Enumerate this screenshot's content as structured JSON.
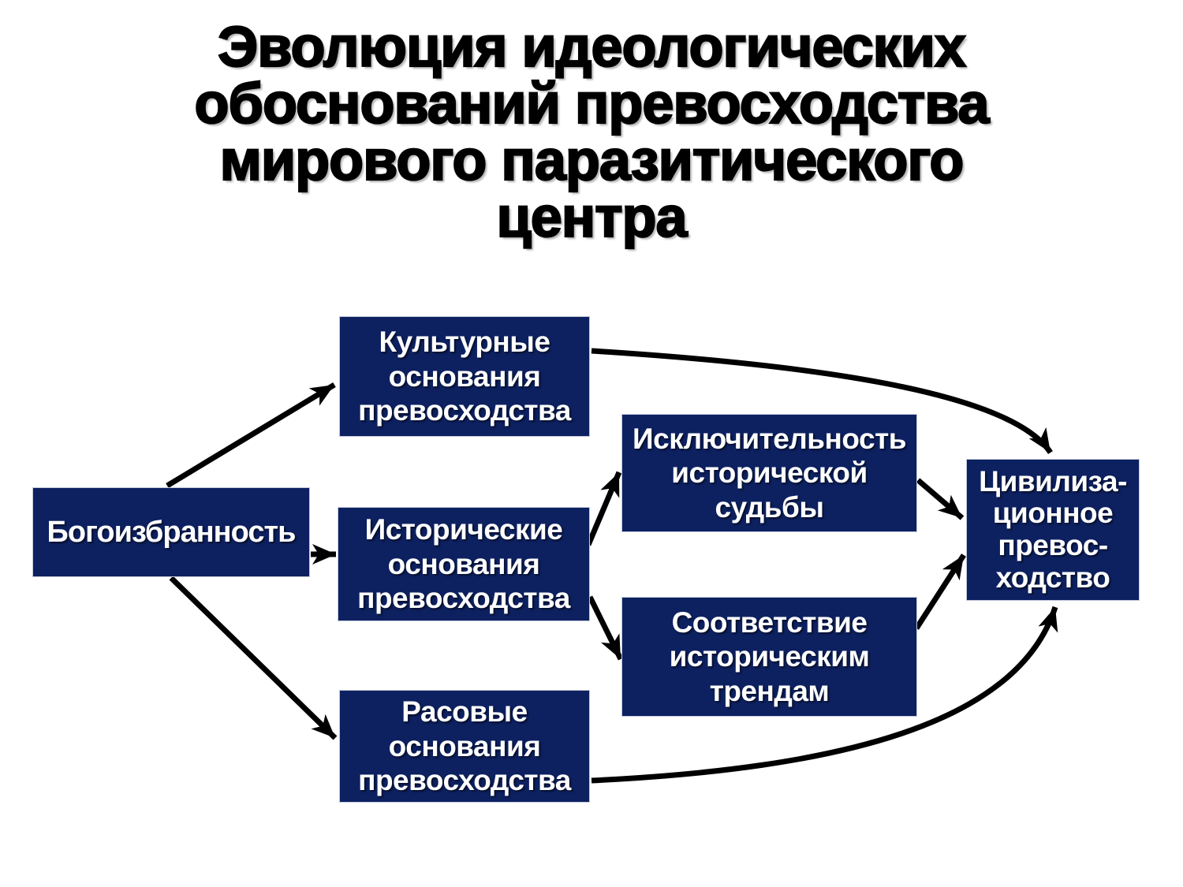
{
  "title": {
    "lines": [
      "Эволюция идеологических",
      "обоснований превосходства",
      "мирового паразитического",
      "центра"
    ]
  },
  "colors": {
    "background": "#ffffff",
    "title_color": "#000000",
    "box_fill": "#0d2161",
    "box_text": "#ffffff",
    "arrow": "#000000"
  },
  "diagram": {
    "nodes": {
      "godchosen": {
        "label_lines": [
          "Богоизбранность"
        ]
      },
      "cultural": {
        "label_lines": [
          "Культурные",
          "основания",
          "превосходства"
        ]
      },
      "historical": {
        "label_lines": [
          "Исторические",
          "основания",
          "превосходства"
        ]
      },
      "racial": {
        "label_lines": [
          "Расовые",
          "основания",
          "превосходства"
        ]
      },
      "exceptionalism": {
        "label_lines": [
          "Исключительность",
          "исторической",
          "судьбы"
        ]
      },
      "trends": {
        "label_lines": [
          "Соответствие",
          "историческим",
          "трендам"
        ]
      },
      "civilizational": {
        "label_lines": [
          "Цивилиза-",
          "ционное",
          "превос-",
          "ходство"
        ]
      }
    },
    "edges": [
      {
        "from": "godchosen",
        "to": "cultural"
      },
      {
        "from": "godchosen",
        "to": "historical"
      },
      {
        "from": "godchosen",
        "to": "racial"
      },
      {
        "from": "historical",
        "to": "exceptionalism"
      },
      {
        "from": "historical",
        "to": "trends"
      },
      {
        "from": "cultural",
        "to": "civilizational"
      },
      {
        "from": "exceptionalism",
        "to": "civilizational"
      },
      {
        "from": "trends",
        "to": "civilizational"
      },
      {
        "from": "racial",
        "to": "civilizational"
      }
    ]
  }
}
